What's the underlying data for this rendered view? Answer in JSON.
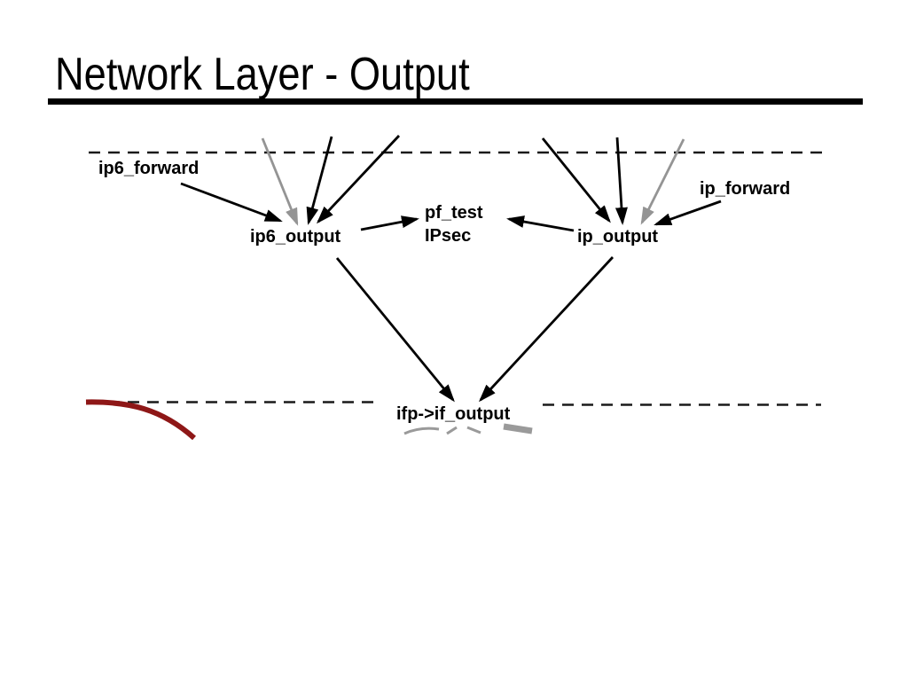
{
  "slide": {
    "title": "Network Layer - Output"
  },
  "diagram": {
    "labels": {
      "ip6_forward": "ip6_forward",
      "ip_forward": "ip_forward",
      "ip6_output": "ip6_output",
      "ip_output": "ip_output",
      "pf_test": "pf_test",
      "ipsec": "IPsec",
      "if_output": "ifp-&gt;if_output"
    },
    "colors": {
      "line": "#000000",
      "gray": "#949494",
      "dash": "#1a1a1a",
      "red_annotation": "#8e1717",
      "remnant_gray": "#9a9a9a"
    }
  }
}
